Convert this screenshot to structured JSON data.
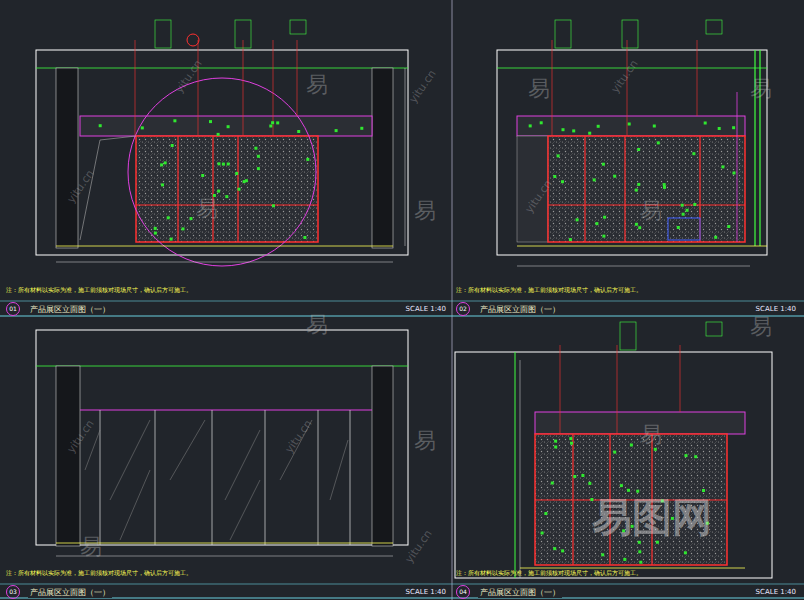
{
  "diagram": {
    "nodes": [
      {
        "text": [
          "01",
          "产品展区立面图（一）",
          "SCALE 1:40"
        ]
      },
      {
        "text": [
          "02",
          "产品展区立面图（一）",
          "SCALE 1:40"
        ]
      },
      {
        "text": [
          "03",
          "产品展区立面图（一）",
          "SCALE 1:40"
        ]
      },
      {
        "text": [
          "04",
          "产品展区立面图（一）",
          "SCALE 1:40"
        ]
      }
    ],
    "labels": [
      "注：所有材料以实际为准，施工前须核对现场尺寸，确认后方可施工。",
      "注：所有材料以实际为准，施工前须核对现场尺寸，确认后方可施工。",
      "注：所有材料以实际为准，施工前须核对现场尺寸，确认后方可施工。",
      "注：所有材料以实际为准，施工前须核对现场尺寸，确认后方可施工。",
      "易",
      "易",
      "易",
      "易",
      "易",
      "易",
      "易",
      "易",
      "易",
      "易",
      "易",
      "yitu.cn",
      "yitu.cn",
      "yitu.cn",
      "yitu.cn",
      "yitu.cn",
      "yitu.cn",
      "yitu.cn",
      "yitu.cn",
      "易图网"
    ]
  }
}
